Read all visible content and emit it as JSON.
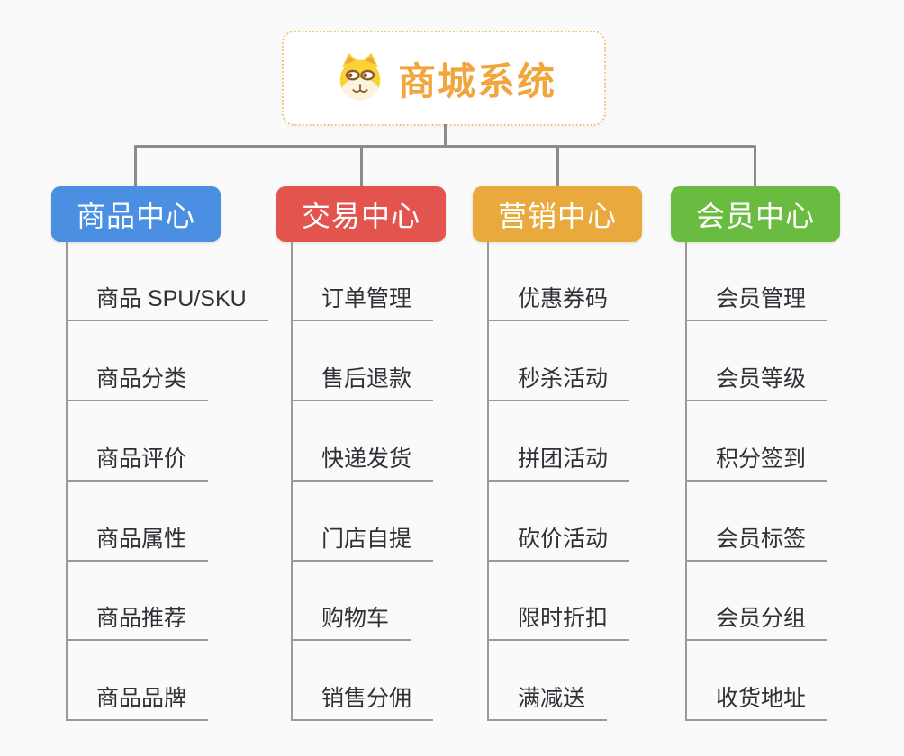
{
  "page": {
    "background_color": "#FAFAFA",
    "connector_color": "#8C8C8C"
  },
  "root": {
    "title": "商城系统",
    "title_color": "#F0A63C",
    "border_color": "#F2C57C",
    "icon": "doge-face-icon"
  },
  "branches": [
    {
      "label": "商品中心",
      "color": "#4A8FE2",
      "items": [
        "商品 SPU/SKU",
        "商品分类",
        "商品评价",
        "商品属性",
        "商品推荐",
        "商品品牌"
      ]
    },
    {
      "label": "交易中心",
      "color": "#E2544D",
      "items": [
        "订单管理",
        "售后退款",
        "快递发货",
        "门店自提",
        "购物车",
        "销售分佣"
      ]
    },
    {
      "label": "营销中心",
      "color": "#EAA93C",
      "items": [
        "优惠券码",
        "秒杀活动",
        "拼团活动",
        "砍价活动",
        "限时折扣",
        "满减送"
      ]
    },
    {
      "label": "会员中心",
      "color": "#6ABC41",
      "items": [
        "会员管理",
        "会员等级",
        "积分签到",
        "会员标签",
        "会员分组",
        "收货地址"
      ]
    }
  ]
}
